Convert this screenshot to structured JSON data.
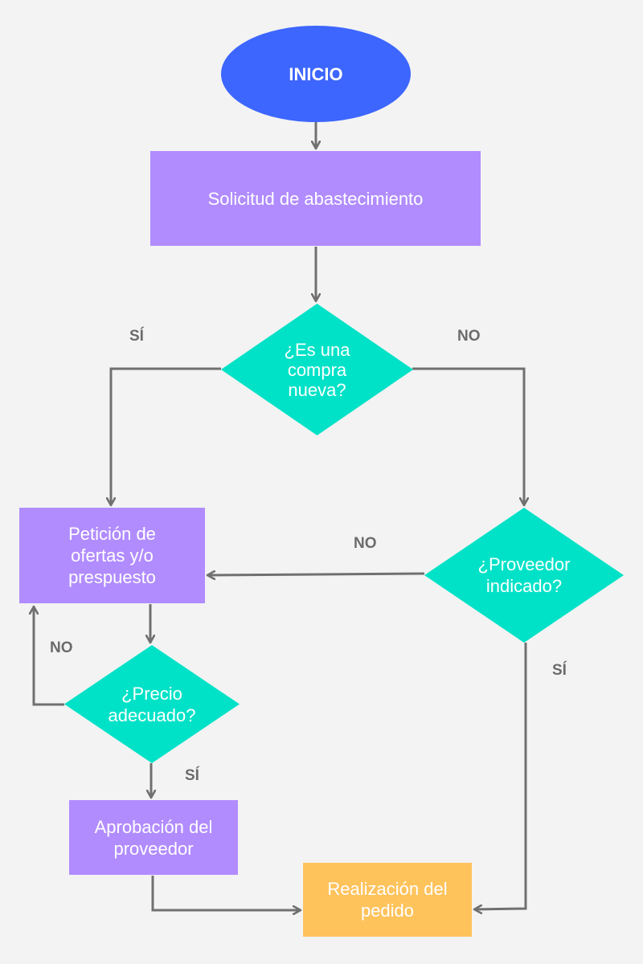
{
  "colors": {
    "background": "#f3f3f3",
    "start": "#3d66ff",
    "process": "#b18cfe",
    "decision": "#00e2c7",
    "end": "#ffc35c",
    "connector": "#707070",
    "label": "#6b6b6b"
  },
  "nodes": {
    "inicio": "INICIO",
    "solicitud": "Solicitud de abastecimiento",
    "compra_nueva": "¿Es una\ncompra\nnueva?",
    "peticion": "Petición de\nofertas y/o\nprespuesto",
    "proveedor_indicado": "¿Proveedor\nindicado?",
    "precio": "¿Precio\nadecuado?",
    "aprobacion": "Aprobación del\nproveedor",
    "realizacion": "Realización del\npedido"
  },
  "edge_labels": {
    "compra_si": "SÍ",
    "compra_no": "NO",
    "proveedor_no": "NO",
    "proveedor_si": "SÍ",
    "precio_no": "NO",
    "precio_si": "SÍ"
  }
}
